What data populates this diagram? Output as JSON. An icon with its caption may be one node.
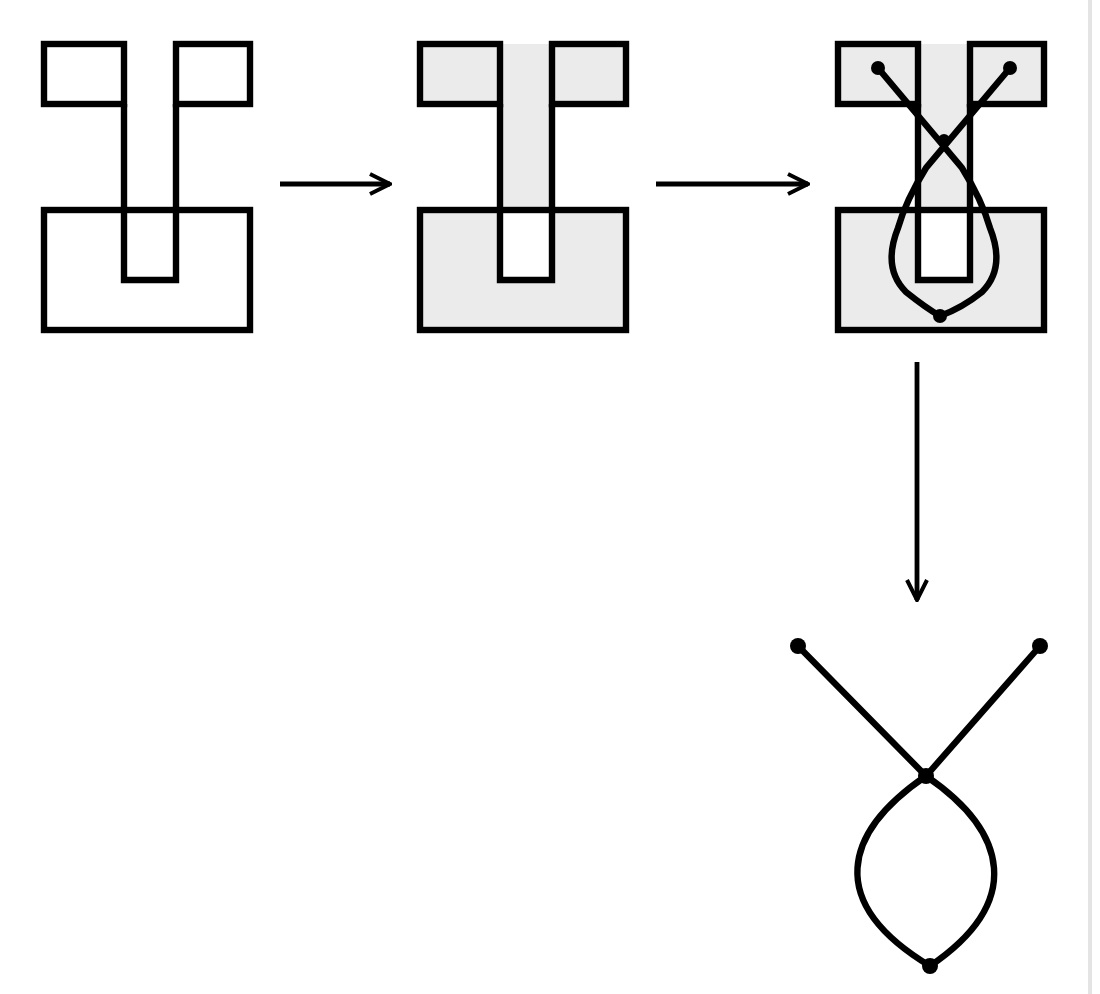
{
  "diagram": {
    "nodes": [
      {
        "text": [],
        "shape": "picture"
      },
      {
        "text": [],
        "shape": "picture"
      },
      {
        "text": [],
        "shape": "picture"
      },
      {
        "text": [],
        "shape": "picture"
      }
    ],
    "edges": [
      {
        "from": 0,
        "to": 1,
        "arrow": "to"
      },
      {
        "from": 1,
        "to": 2,
        "arrow": "to"
      },
      {
        "from": 2,
        "to": 3,
        "arrow": "to"
      }
    ]
  }
}
